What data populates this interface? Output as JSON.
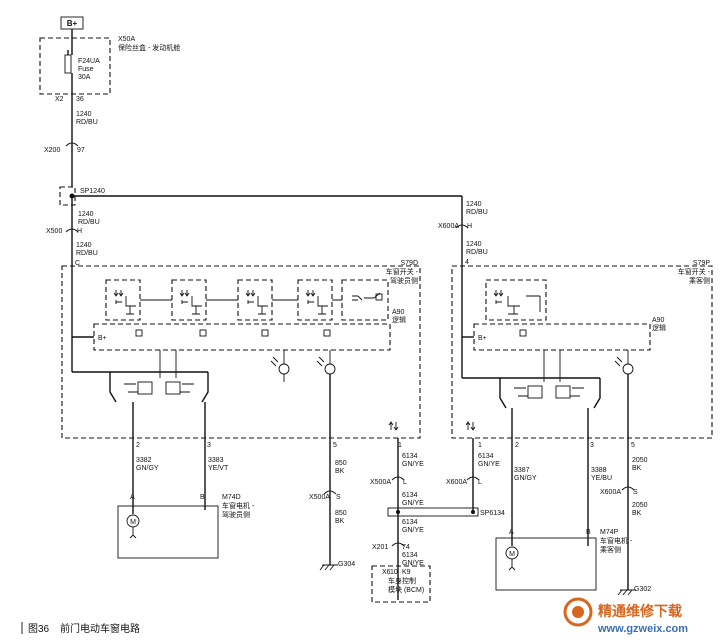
{
  "b_plus": "B+",
  "x50a": {
    "id": "X50A",
    "name": "保险丝盒 - 发动机舱"
  },
  "fuse": {
    "id": "F24UA",
    "type": "Fuse",
    "rating": "30A"
  },
  "x2": {
    "conn": "X2",
    "pin": "36"
  },
  "w1240a": {
    "circuit": "1240",
    "color": "RD/BU"
  },
  "x200": {
    "conn": "X200",
    "pin": "97"
  },
  "sp1240": "SP1240",
  "w1240b": {
    "circuit": "1240",
    "color": "RD/BU"
  },
  "x500_top": {
    "conn": "X500",
    "pin": "H"
  },
  "w1240c": {
    "circuit": "1240",
    "color": "RD/BU"
  },
  "pin_c": "C",
  "w1240d": {
    "circuit": "1240",
    "color": "RD/BU"
  },
  "x600a_top": {
    "conn": "X600A",
    "pin": "H"
  },
  "w1240e": {
    "circuit": "1240",
    "color": "RD/BU"
  },
  "pin_4": "4",
  "s79d": {
    "id": "S79D",
    "name1": "车窗开关 -",
    "name2": "驾驶员侧"
  },
  "s79p": {
    "id": "S79P",
    "name1": "车窗开关 -",
    "name2": "乘客侧"
  },
  "a90_left": {
    "id": "A90",
    "name": "逻辑"
  },
  "a90_right": {
    "id": "A90",
    "name": "逻辑"
  },
  "bplus_left": "B+",
  "bplus_right": "B+",
  "pins_left": {
    "p2": "2",
    "p3": "3",
    "p5": "5",
    "p1": "1"
  },
  "pins_right": {
    "p1": "1",
    "p2": "2",
    "p3": "3",
    "p5": "5"
  },
  "w3382": {
    "circuit": "3382",
    "color": "GN/GY"
  },
  "w3383": {
    "circuit": "3383",
    "color": "YE/VT"
  },
  "w850a": {
    "circuit": "850",
    "color": "BK"
  },
  "w850b": {
    "circuit": "850",
    "color": "BK"
  },
  "x500a_s": {
    "conn": "X500A",
    "pin": "S"
  },
  "g304": "G304",
  "w6134a": {
    "circuit": "6134",
    "color": "GN/YE"
  },
  "x500a_l": {
    "conn": "X500A",
    "pin": "L"
  },
  "w6134b": {
    "circuit": "6134",
    "color": "GN/YE"
  },
  "x600a_l": {
    "conn": "X600A",
    "pin": "L"
  },
  "w6134c": {
    "circuit": "6134",
    "color": "GN/YE"
  },
  "sp6134": "SP6134",
  "w6134d": {
    "circuit": "6134",
    "color": "GN/YE"
  },
  "x201": {
    "conn": "X201",
    "pin": "74"
  },
  "w6134e": {
    "circuit": "6134",
    "color": "GN/YE"
  },
  "x6": {
    "conn": "X6",
    "pin": "10",
    "id": "K9",
    "name1": "车身控制",
    "name2": "模块 (BCM)"
  },
  "w3387": {
    "circuit": "3387",
    "color": "GN/GY"
  },
  "w3388": {
    "circuit": "3388",
    "color": "YE/BU"
  },
  "w2050a": {
    "circuit": "2050",
    "color": "BK"
  },
  "x600a_s": {
    "conn": "X600A",
    "pin": "S"
  },
  "w2050b": {
    "circuit": "2050",
    "color": "BK"
  },
  "g302": "G302",
  "m74d": {
    "id": "M74D",
    "name1": "车窗电机 -",
    "name2": "驾驶员侧",
    "pin_a": "A",
    "pin_b": "B"
  },
  "m74p": {
    "id": "M74P",
    "name1": "车窗电机 -",
    "name2": "乘客侧",
    "pin_a": "A",
    "pin_b": "B"
  },
  "caption": {
    "fig": "图36",
    "title": "前门电动车窗电路"
  },
  "watermark": {
    "brand": "精通维修下载",
    "url": "www.gzweix.com",
    "brand_color": "#d9661e",
    "url_color": "#3a6fb5"
  }
}
